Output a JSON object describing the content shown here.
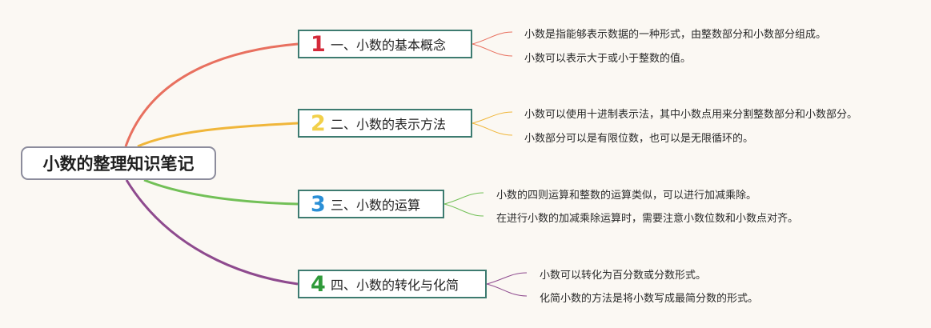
{
  "central": {
    "title": "小数的整理知识笔记"
  },
  "branches": [
    {
      "number": "1",
      "label": "一、小数的基本概念",
      "color": "#e8705f",
      "number_color": "#d42a3a",
      "leaves": [
        "小数是指能够表示数据的一种形式，由整数部分和小数部分组成。",
        "小数可以表示大于或小于整数的值。"
      ]
    },
    {
      "number": "2",
      "label": "二、小数的表示方法",
      "color": "#f0b63a",
      "number_color": "#f2d04a",
      "leaves": [
        "小数可以使用十进制表示法，其中小数点用来分割整数部分和小数部分。",
        "小数部分可以是有限位数，也可以是无限循环的。"
      ]
    },
    {
      "number": "3",
      "label": "三、小数的运算",
      "color": "#72c057",
      "number_color": "#2a8fd6",
      "leaves": [
        "小数的四则运算和整数的运算类似，可以进行加减乘除。",
        "在进行小数的加减乘除运算时，需要注意小数位数和小数点对齐。"
      ]
    },
    {
      "number": "4",
      "label": "四、小数的转化与化简",
      "color": "#8e4a8e",
      "number_color": "#2f9a3a",
      "leaves": [
        "小数可以转化为百分数或分数形式。",
        "化简小数的方法是将小数写成最简分数的形式。"
      ]
    }
  ]
}
